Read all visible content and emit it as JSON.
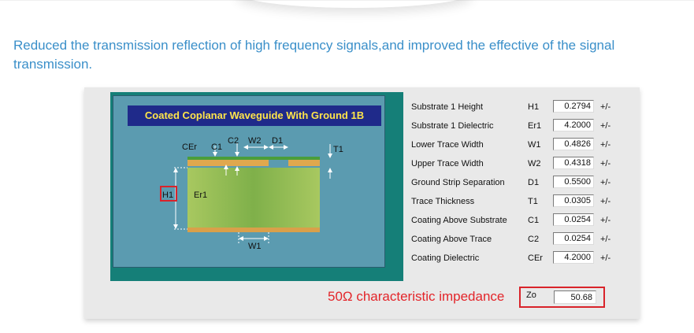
{
  "intro": {
    "text": "Reduced the transmission reflection of high frequency signals,and improved the effective of the signal transmission."
  },
  "diagram": {
    "title": "Coated Coplanar Waveguide With Ground 1B",
    "labels": {
      "cer": "CEr",
      "c1": "C1",
      "c2": "C2",
      "w2": "W2",
      "d1": "D1",
      "t1": "T1",
      "h1": "H1",
      "er1": "Er1",
      "w1": "W1"
    }
  },
  "params": [
    {
      "label": "Substrate 1 Height",
      "symbol": "H1",
      "value": "0.2794",
      "tol": "+/-"
    },
    {
      "label": "Substrate 1 Dielectric",
      "symbol": "Er1",
      "value": "4.2000",
      "tol": "+/-"
    },
    {
      "label": "Lower Trace Width",
      "symbol": "W1",
      "value": "0.4826",
      "tol": "+/-"
    },
    {
      "label": "Upper Trace Width",
      "symbol": "W2",
      "value": "0.4318",
      "tol": "+/-"
    },
    {
      "label": "Ground Strip Separation",
      "symbol": "D1",
      "value": "0.5500",
      "tol": "+/-"
    },
    {
      "label": "Trace Thickness",
      "symbol": "T1",
      "value": "0.0305",
      "tol": "+/-"
    },
    {
      "label": "Coating Above Substrate",
      "symbol": "C1",
      "value": "0.0254",
      "tol": "+/-"
    },
    {
      "label": "Coating Above Trace",
      "symbol": "C2",
      "value": "0.0254",
      "tol": "+/-"
    },
    {
      "label": "Coating Dielectric",
      "symbol": "CEr",
      "value": "4.2000",
      "tol": "+/-"
    }
  ],
  "impedance": {
    "label": "50Ω characteristic impedance",
    "symbol": "Zo",
    "value": "50.68"
  },
  "colors": {
    "headline": "#3a8fc9",
    "accent_red": "#d9232a",
    "frame_teal": "#157f78",
    "banner_blue": "#1f2a8a",
    "banner_text": "#ffe54a"
  }
}
